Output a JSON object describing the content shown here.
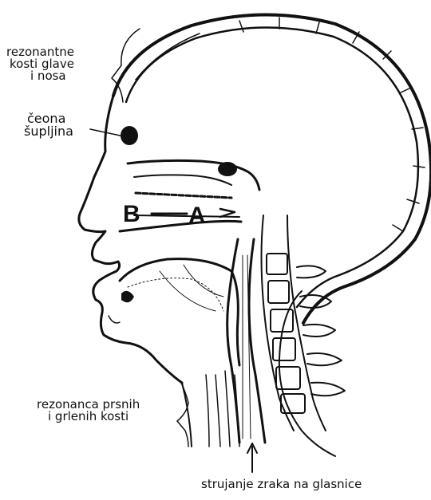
{
  "labels": {
    "resonant_bones": [
      "rezonantne",
      "kosti glave",
      "i nosa"
    ],
    "frontal_sinus": [
      "čeona",
      "šupljina"
    ],
    "chest_resonance": [
      "rezonanca prsnih",
      "i grlenih kosti"
    ],
    "airflow": "strujanje zraka na glasnice"
  },
  "markers": {
    "b": "B",
    "a": "A"
  }
}
